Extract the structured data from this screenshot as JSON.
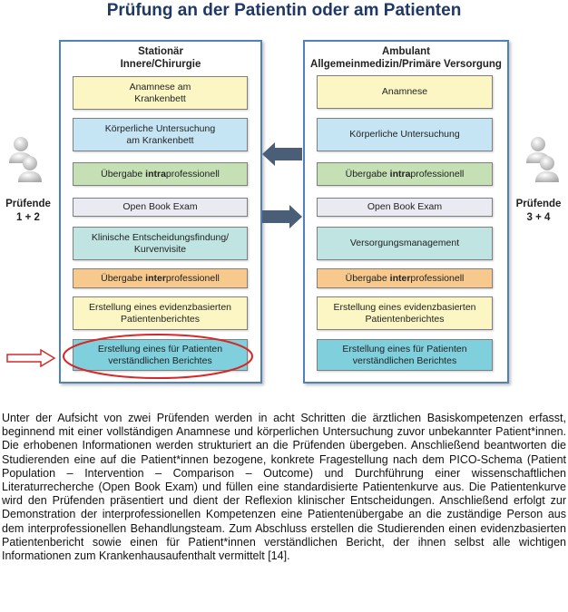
{
  "title": "Prüfung an der Patientin oder am Patienten",
  "left_panel": {
    "header_line1": "Stationär",
    "header_line2": "Innere/Chirurgie",
    "steps": [
      {
        "lines": [
          "Anamnese am",
          "Krankenbett"
        ],
        "color": "#fbf6c4"
      },
      {
        "lines": [
          "Körperliche Untersuchung",
          "am Krankenbett"
        ],
        "color": "#c6e5f4"
      },
      {
        "pre": "Übergabe ",
        "bold": "intra",
        "post": "professionell",
        "color": "#c5e0b4"
      },
      {
        "lines": [
          "Open Book Exam"
        ],
        "color": "#eaeaf2"
      },
      {
        "lines": [
          "Klinische Entscheidungsfindung/",
          "Kurvenvisite"
        ],
        "color": "#bfe4e1"
      },
      {
        "pre": "Übergabe ",
        "bold": "inter",
        "post": "professionell",
        "color": "#f8c98d"
      },
      {
        "lines": [
          "Erstellung eines evidenzbasierten",
          "Patientenberichtes"
        ],
        "color": "#fbf6c4"
      },
      {
        "lines": [
          "Erstellung eines für Patienten",
          "verständlichen Berichtes"
        ],
        "color": "#7fd0dc"
      }
    ]
  },
  "right_panel": {
    "header_line1": "Ambulant",
    "header_line2": "Allgemeinmedizin/Primäre Versorgung",
    "steps": [
      {
        "lines": [
          "Anamnese"
        ],
        "color": "#fbf6c4"
      },
      {
        "lines": [
          "Körperliche Untersuchung"
        ],
        "color": "#c6e5f4"
      },
      {
        "pre": "Übergabe ",
        "bold": "intra",
        "post": "professionell",
        "color": "#c5e0b4"
      },
      {
        "lines": [
          "Open Book Exam"
        ],
        "color": "#eaeaf2"
      },
      {
        "lines": [
          "Versorgungsmanagement"
        ],
        "color": "#bfe4e1"
      },
      {
        "pre": "Übergabe ",
        "bold": "inter",
        "post": "professionell",
        "color": "#f8c98d"
      },
      {
        "lines": [
          "Erstellung eines evidenzbasierten",
          "Patientenberichtes"
        ],
        "color": "#fbf6c4"
      },
      {
        "lines": [
          "Erstellung eines für Patienten",
          "verständlichen Berichtes"
        ],
        "color": "#7fd0dc"
      }
    ]
  },
  "examiners_left": {
    "line1": "Prüfende",
    "line2": "1 + 2"
  },
  "examiners_right": {
    "line1": "Prüfende",
    "line2": "3 + 4"
  },
  "icons": {
    "person": "person-icon",
    "arrow_left": "arrow-left-icon",
    "arrow_right": "arrow-right-icon",
    "red_arrow": "red-arrow-icon",
    "highlight": "red-ellipse-highlight"
  },
  "colors": {
    "panel_border": "#4f81bd",
    "title": "#1f3864",
    "arrow_fill": "#4a5e78",
    "highlight_red": "#d62828"
  },
  "paragraph": "Unter der Aufsicht von zwei Prüfenden werden in acht Schritten die ärztlichen Basiskompetenzen erfasst, beginnend mit einer vollständigen Anamnese und körperlichen Untersuchung zuvor unbekannter Patient*innen. Die erhobenen Informationen werden strukturiert an die Prüfenden übergeben. Anschließend beantworten die Studierenden eine auf die Patient*innen bezogene, konkrete Fragestellung nach dem PICO-Schema (Patient Population – Intervention – Comparison – Outcome) und Durchführung einer wissenschaftlichen Literaturrecherche (Open Book Exam) und füllen eine standardisierte Patientenkurve aus. Die Patientenkurve wird den Prüfenden präsentiert und dient der Reflexion klinischer Entscheidungen. Anschließend erfolgt zur Demonstration der interprofessionellen Kompetenzen eine Patientenübergabe an die zuständige Person aus dem interprofessionellen Behandlungsteam. Zum Abschluss erstellen die Studierenden einen evidenzbasierten Patientenbericht sowie einen für Patient*innen verständlichen Bericht, der ihnen selbst alle wichtigen Informationen zum Krankenhausaufenthalt vermittelt [14]."
}
